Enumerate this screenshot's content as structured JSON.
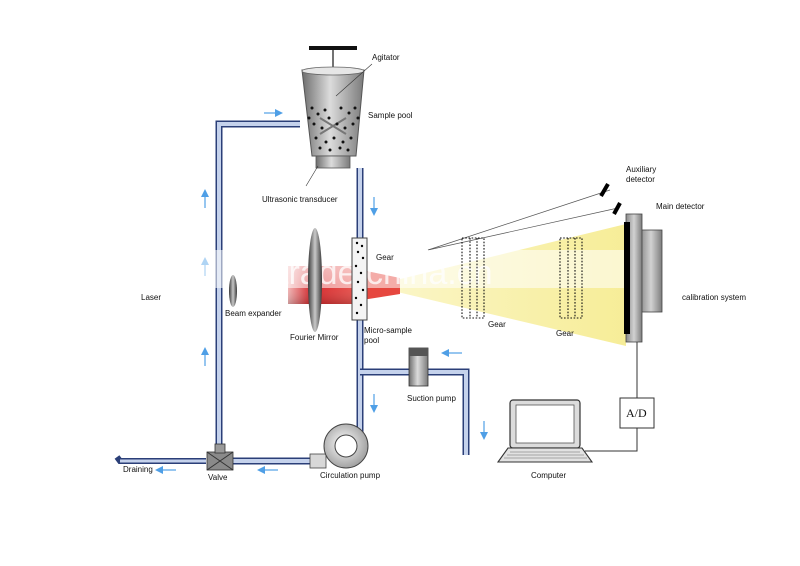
{
  "labels": {
    "agitator": "Agitator",
    "sample_pool": "Sample pool",
    "ultrasonic_transducer": "Ultrasonic transducer",
    "auxiliary_detector_line1": "Auxiliary",
    "auxiliary_detector_line2": "detector",
    "main_detector": "Main detector",
    "gear_top": "Gear",
    "laser": "Laser",
    "beam_expander": "Beam expander",
    "fourier_mirror": "Fourier Mirror",
    "micro_sample_pool_line1": "Micro-sample",
    "micro_sample_pool_line2": "pool",
    "gear_middle": "Gear",
    "gear_right": "Gear",
    "calibration_system": "calibration system",
    "suction_pump": "Suction pump",
    "ad_converter": "A/D",
    "draining": "Draining",
    "valve": "Valve",
    "circulation_pump": "Circulation pump",
    "computer": "Computer"
  },
  "watermark": "trade.china.cn",
  "colors": {
    "pipe": "#a9b9d9",
    "pipe_edge": "#2b3f78",
    "arrow": "#4f9fe6",
    "beam_red": "#d6262a",
    "light_cone": "#f7ef9c",
    "detector": "#000000",
    "steel": "#8c8c8c"
  }
}
